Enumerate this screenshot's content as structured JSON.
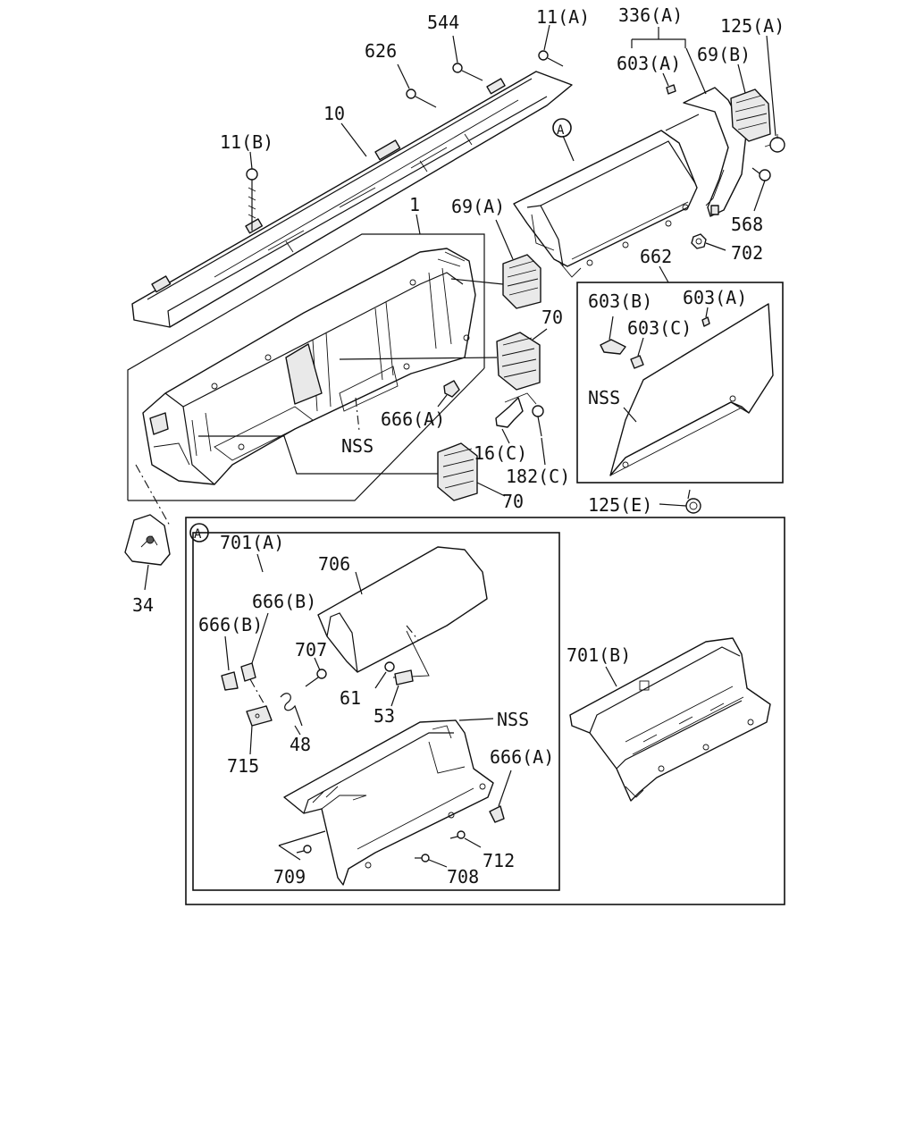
{
  "labels": {
    "l544": "544",
    "l11a": "11(A)",
    "l336a": "336(A)",
    "l125a": "125(A)",
    "l626": "626",
    "l603a_top": "603(A)",
    "l69b": "69(B)",
    "l10": "10",
    "circle_a_top": "A",
    "l11b": "11(B)",
    "l568": "568",
    "l69a": "69(A)",
    "l1": "1",
    "l702": "702",
    "l662": "662",
    "l603b": "603(B)",
    "l603a_box": "603(A)",
    "l603c": "603(C)",
    "l70_mid": "70",
    "l666a_main": "666(A)",
    "l nss_box": "NSS",
    "l_nss_main": "NSS",
    "l16c": "16(C)",
    "l182c": "182(C)",
    "l70_low": "70",
    "l125e": "125(E)",
    "l34": "34",
    "circle_a_detail": "A",
    "l701a": "701(A)",
    "l706": "706",
    "l666b_1": "666(B)",
    "l666b_2": "666(B)",
    "l707": "707",
    "l61": "61",
    "l53": "53",
    "l48": "48",
    "l715": "715",
    "l_nss_detail": "NSS",
    "l666a_detail": "666(A)",
    "l712": "712",
    "l709": "709",
    "l708": "708",
    "l701b": "701(B)"
  }
}
